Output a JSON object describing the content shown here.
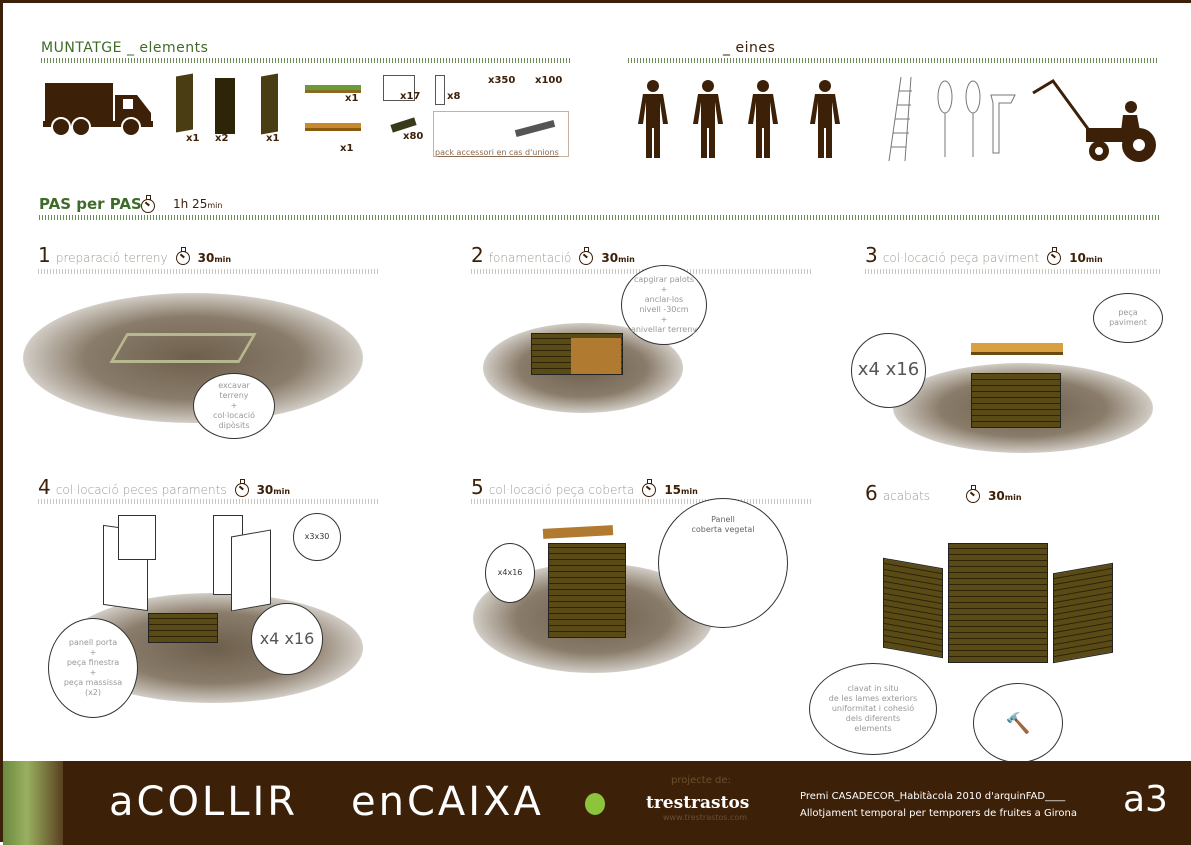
{
  "muntatge": {
    "title": "MUNTATGE _ elements",
    "quantities": [
      "x1",
      "x2",
      "x1",
      "x1",
      "x1",
      "x17",
      "x8",
      "x350",
      "x100",
      "x80"
    ],
    "pack_label": "pack accessori en cas d'unions"
  },
  "eines": {
    "title": "_ eines"
  },
  "pas": {
    "title": "PAS per PAS",
    "time": "1h 25",
    "unit": "min"
  },
  "steps": [
    {
      "num": "1",
      "title": "preparació terreny",
      "time": "30",
      "unit": "min",
      "bubble": "excavar\nterreny\n+\ncol·locació\ndipòsits"
    },
    {
      "num": "2",
      "title": "fonamentació",
      "time": "30",
      "unit": "min",
      "bubble": "capgirar palots\n+\nanclar-los\nnivell -30cm\n+\nanivellar terreny"
    },
    {
      "num": "3",
      "title": "col·locació peça paviment",
      "time": "10",
      "unit": "min",
      "bubble": "peça\npaviment",
      "detail": "x4",
      "detail2": "x16"
    },
    {
      "num": "4",
      "title": "col·locació peces paraments",
      "time": "30",
      "unit": "min",
      "bubble": "panell porta\n+\npeça finestra\n+\npeça massissa\n(x2)",
      "detail": "x4",
      "detail2": "x16",
      "detail3": "x3",
      "detail4": "x30"
    },
    {
      "num": "5",
      "title": "col·locació peça coberta",
      "time": "15",
      "unit": "min",
      "bubble": "Panell\ncoberta vegetal",
      "detail": "x4",
      "detail2": "x16"
    },
    {
      "num": "6",
      "title": "acabats",
      "time": "30",
      "unit": "min",
      "bubble": "clavat in situ\nde les lames exteriors\nuniformitat i cohesió\ndels diferents\nelements"
    }
  ],
  "footer": {
    "title1": "aCOLLIR",
    "title2": "enCAIXA",
    "projecte": "projecte de:",
    "brand": "trestrastos",
    "url": "www.trestrastos.com",
    "line1": "Premi CASADECOR_Habitàcola 2010 d'arquinFAD____",
    "line2": "Allotjament temporal per temporers de fruites a Girona",
    "page": "a3"
  },
  "colors": {
    "brown": "#3d2008",
    "green": "#3f6b2a"
  }
}
